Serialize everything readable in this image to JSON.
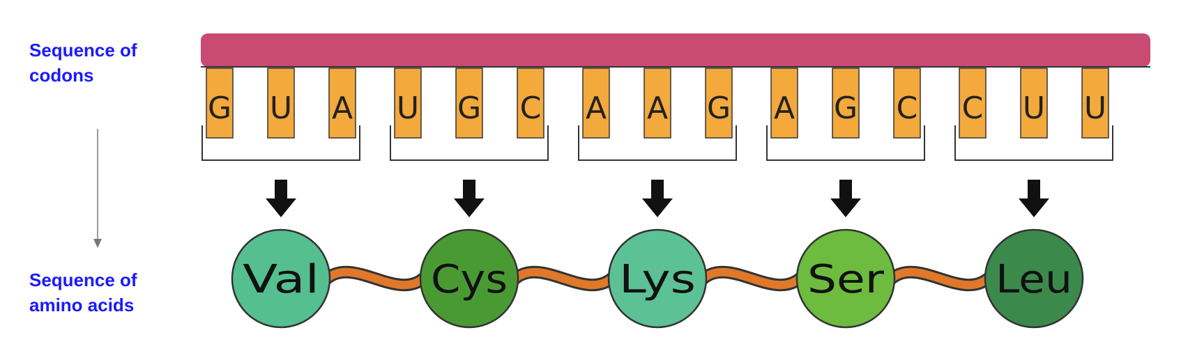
{
  "labels": {
    "codons": "Sequence of\ncodons",
    "amino_acids": "Sequence of\namino acids"
  },
  "colors": {
    "label_text": "#1a1aff",
    "mrna_backbone": "#c94a72",
    "nucleotide": "#f3a93c",
    "chain_link": "#e0782a",
    "arrow": "#111111"
  },
  "codons": [
    {
      "bases": [
        "G",
        "U",
        "A"
      ],
      "amino_acid": "Val",
      "color": "#55bf8f"
    },
    {
      "bases": [
        "U",
        "G",
        "C"
      ],
      "amino_acid": "Cys",
      "color": "#4a9a34"
    },
    {
      "bases": [
        "A",
        "A",
        "G"
      ],
      "amino_acid": "Lys",
      "color": "#5cc194"
    },
    {
      "bases": [
        "A",
        "G",
        "C"
      ],
      "amino_acid": "Ser",
      "color": "#6dbb3f"
    },
    {
      "bases": [
        "C",
        "U",
        "U"
      ],
      "amino_acid": "Leu",
      "color": "#3b8a4c"
    }
  ]
}
